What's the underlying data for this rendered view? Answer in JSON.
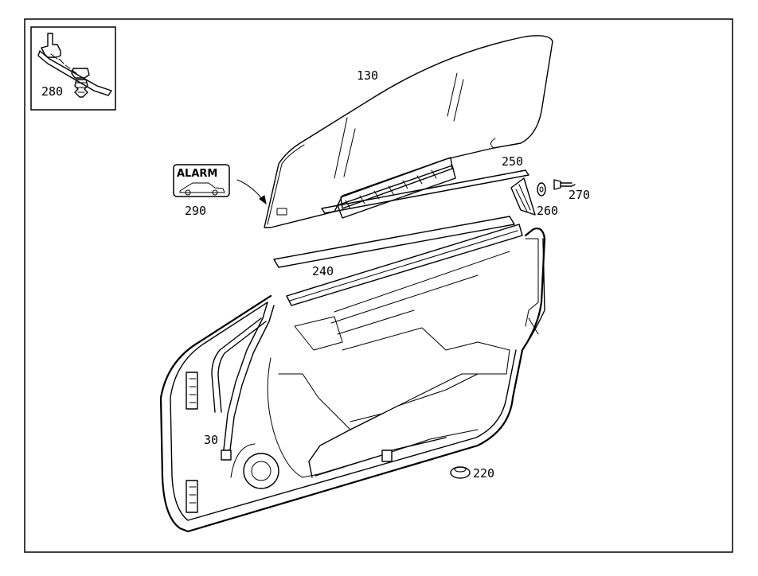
{
  "part_labels": {
    "p130": "130",
    "p250": "250",
    "p260": "260",
    "p270": "270",
    "p240": "240",
    "p290": "290",
    "p280": "280",
    "p30": "30",
    "p220": "220"
  },
  "alarm_badge": {
    "text": "ALARM"
  }
}
